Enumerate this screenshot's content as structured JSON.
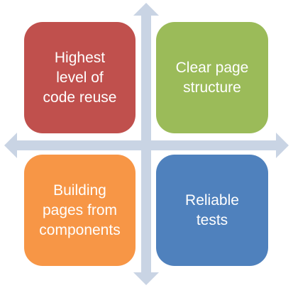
{
  "quadrants": [
    {
      "key": "top_left",
      "text": "Highest\nlevel of\ncode reuse",
      "color": "#c0504d"
    },
    {
      "key": "top_right",
      "text": "Clear page\nstructure",
      "color": "#9bbb59"
    },
    {
      "key": "bottom_left",
      "text": "Building\npages from\ncomponents",
      "color": "#f79646"
    },
    {
      "key": "bottom_right",
      "text": "Reliable\ntests",
      "color": "#4f81bd"
    }
  ],
  "axis_color": "#c9d4e4"
}
